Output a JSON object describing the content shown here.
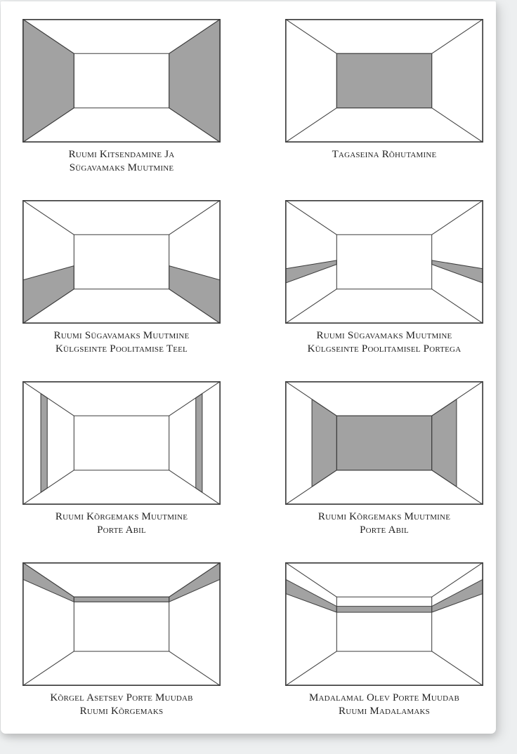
{
  "page": {
    "background_color": "#edeff0",
    "sheet_color": "#ffffff"
  },
  "colors": {
    "shade": "#a2a2a2",
    "line": "#3f3f3f",
    "text": "#1f1f1f"
  },
  "diagram": {
    "panels": [
      {
        "name": "room-narrowing-and-deepening",
        "shading": "side-walls-full",
        "caption": [
          "Ruumi Kitsendamine Ja",
          "Sügavamaks Muutmine"
        ]
      },
      {
        "name": "back-wall-emphasis",
        "shading": "back-wall",
        "caption": [
          "Tagaseina Rõhutamine",
          ""
        ]
      },
      {
        "name": "deepening-by-halving-side-walls",
        "shading": "side-walls-lower-half",
        "caption": [
          "Ruumi Sügavamaks Muutmine",
          "Külgseinte Poolitamise Teel"
        ]
      },
      {
        "name": "deepening-by-halving-side-walls-with-border",
        "shading": "side-wall-mid-band",
        "caption": [
          "Ruumi Sügavamaks Muutmine",
          "Külgseinte Poolitamisel Portega"
        ]
      },
      {
        "name": "heightening-with-border-front-stripes",
        "shading": "front-vertical-stripes",
        "caption": [
          "Ruumi Kõrgemaks Muutmine",
          "Porte Abil"
        ]
      },
      {
        "name": "heightening-with-border-back-wrap",
        "shading": "back-wall-wrap",
        "caption": [
          "Ruumi Kõrgemaks Muutmine",
          "Porte Abil"
        ]
      },
      {
        "name": "high-border-makes-room-taller",
        "shading": "high-horizontal-band",
        "caption": [
          "Kõrgel Asetsev Porte Muudab",
          "Ruumi Kõrgemaks"
        ]
      },
      {
        "name": "low-border-makes-room-lower",
        "shading": "low-horizontal-band",
        "caption": [
          "Madalamal Olev Porte Muudab",
          "Ruumi Madalamaks"
        ]
      }
    ]
  }
}
